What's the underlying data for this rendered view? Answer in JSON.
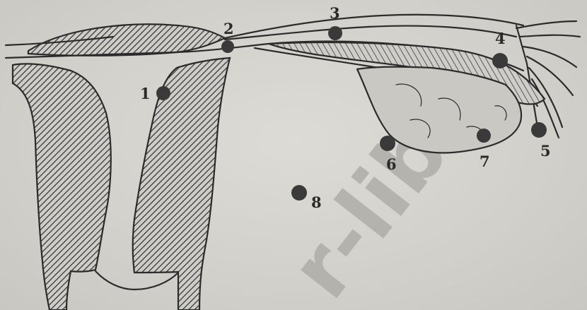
{
  "figure": {
    "labels": [
      "1",
      "2",
      "3",
      "4",
      "5",
      "6",
      "7",
      "8"
    ],
    "watermark": "r-lib."
  },
  "colors": {
    "paper": "#d4d2cc",
    "ink": "#2b2b2b",
    "watermark": "#aaa8a2"
  }
}
